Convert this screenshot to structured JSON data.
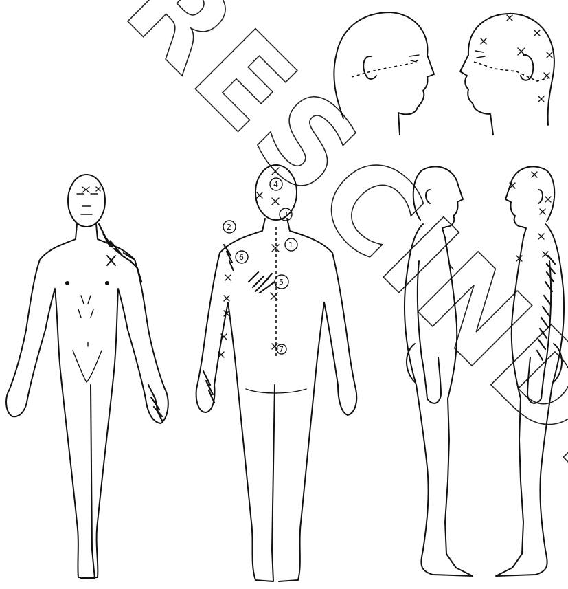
{
  "watermark": {
    "text": "RESCINDED"
  },
  "point_numbers": [
    "1",
    "2",
    "3",
    "4",
    "5",
    "6",
    "7"
  ]
}
